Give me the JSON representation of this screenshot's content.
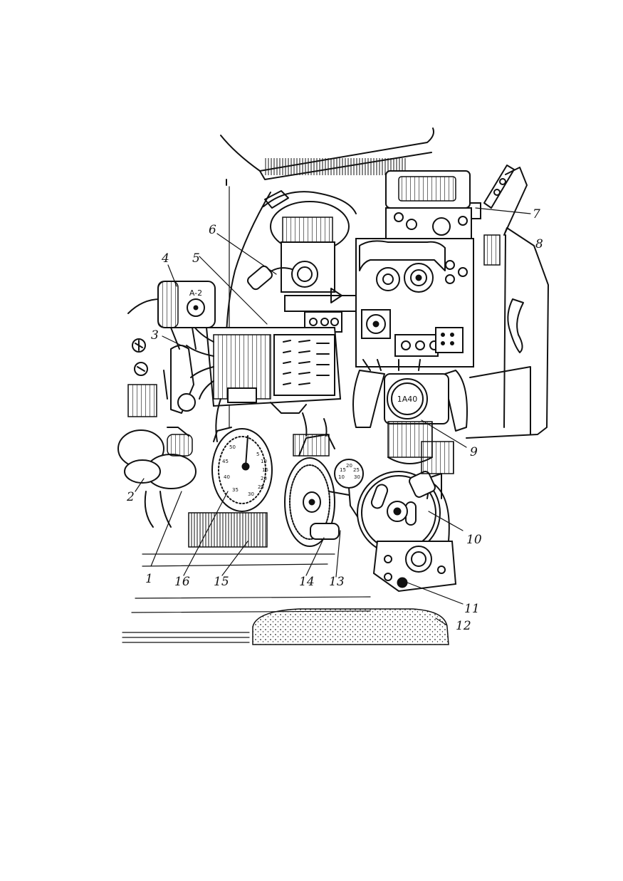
{
  "figure": {
    "callouts": [
      {
        "id": "c1",
        "text": "1"
      },
      {
        "id": "c2",
        "text": "2"
      },
      {
        "id": "c3",
        "text": "3"
      },
      {
        "id": "c4",
        "text": "4"
      },
      {
        "id": "c5",
        "text": "5"
      },
      {
        "id": "c6",
        "text": "6"
      },
      {
        "id": "c7",
        "text": "7"
      },
      {
        "id": "c8",
        "text": "8"
      },
      {
        "id": "c9",
        "text": "9"
      },
      {
        "id": "c10",
        "text": "10"
      },
      {
        "id": "c11",
        "text": "11"
      },
      {
        "id": "c12",
        "text": "12"
      },
      {
        "id": "c13",
        "text": "13"
      },
      {
        "id": "c14",
        "text": "14"
      },
      {
        "id": "c15",
        "text": "15"
      },
      {
        "id": "c16",
        "text": "16"
      }
    ],
    "markings": {
      "instrument_plate": "A-2",
      "sight_mark": "1A40",
      "dial_numbers": [
        "5",
        "10",
        "15",
        "20",
        "25",
        "30",
        "35",
        "40",
        "45",
        "50"
      ],
      "gauge_numbers": [
        "15",
        "20",
        "25",
        "30",
        "10"
      ]
    }
  }
}
